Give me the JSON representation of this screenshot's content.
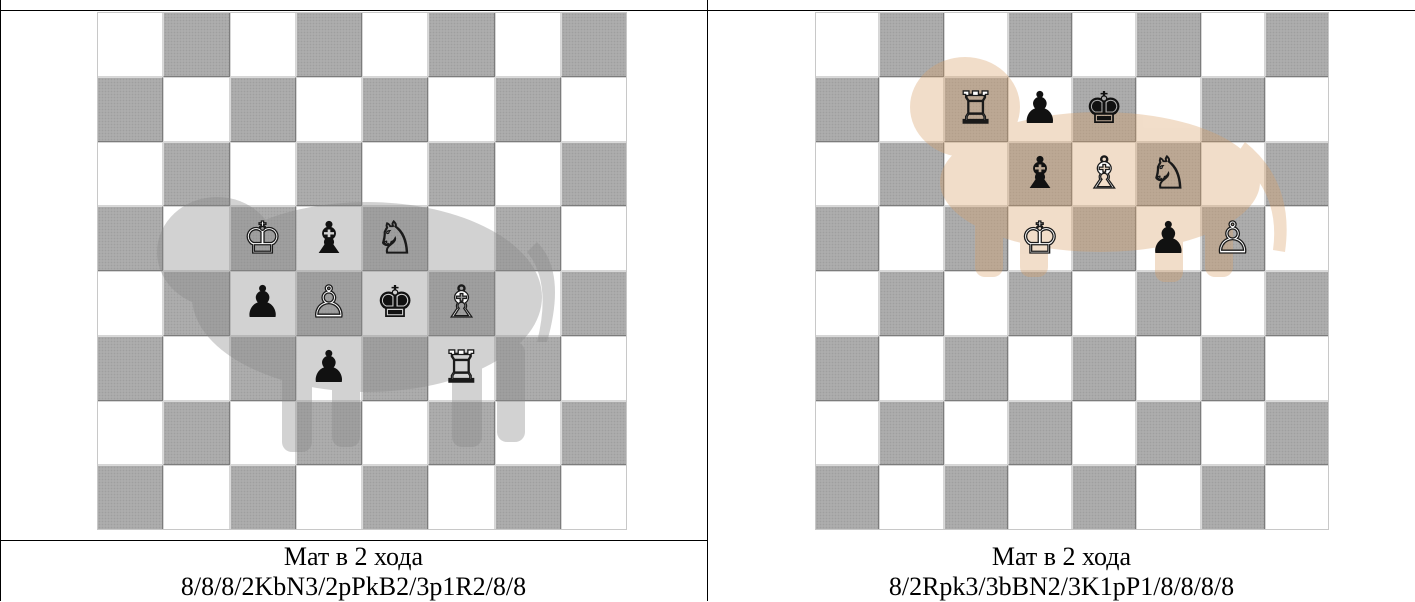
{
  "diagrams": [
    {
      "caption_title": "Мат в 2 хода",
      "fen": "8/8/8/2KbN3/2pPkB2/3p1R2/8/8",
      "pieces": [
        {
          "glyph": "♔",
          "file": 2,
          "rank": 5,
          "color": "white"
        },
        {
          "glyph": "♝",
          "file": 3,
          "rank": 5,
          "color": "black"
        },
        {
          "glyph": "♘",
          "file": 4,
          "rank": 5,
          "color": "white"
        },
        {
          "glyph": "♟",
          "file": 2,
          "rank": 4,
          "color": "black"
        },
        {
          "glyph": "♙",
          "file": 3,
          "rank": 4,
          "color": "white"
        },
        {
          "glyph": "♚",
          "file": 4,
          "rank": 4,
          "color": "black"
        },
        {
          "glyph": "♗",
          "file": 5,
          "rank": 4,
          "color": "white"
        },
        {
          "glyph": "♟",
          "file": 3,
          "rank": 3,
          "color": "black"
        },
        {
          "glyph": "♖",
          "file": 5,
          "rank": 3,
          "color": "white"
        }
      ],
      "illustration": "bull-silhouette"
    },
    {
      "caption_title": "Мат в 2 хода",
      "fen": "8/2Rpk3/3bBN2/3K1pP1/8/8/8/8",
      "pieces": [
        {
          "glyph": "♖",
          "file": 2,
          "rank": 7,
          "color": "white"
        },
        {
          "glyph": "♟",
          "file": 3,
          "rank": 7,
          "color": "black"
        },
        {
          "glyph": "♚",
          "file": 4,
          "rank": 7,
          "color": "black"
        },
        {
          "glyph": "♝",
          "file": 3,
          "rank": 6,
          "color": "black"
        },
        {
          "glyph": "♗",
          "file": 4,
          "rank": 6,
          "color": "white"
        },
        {
          "glyph": "♘",
          "file": 5,
          "rank": 6,
          "color": "white"
        },
        {
          "glyph": "♔",
          "file": 3,
          "rank": 5,
          "color": "white"
        },
        {
          "glyph": "♟",
          "file": 5,
          "rank": 5,
          "color": "black"
        },
        {
          "glyph": "♙",
          "file": 6,
          "rank": 5,
          "color": "white"
        }
      ],
      "illustration": "tiger-silhouette"
    }
  ],
  "colors": {
    "light_square": "#ffffff",
    "dark_square": "#adadad",
    "bull_tint": "#8a8a8a",
    "tiger_tint": "#d9a067"
  }
}
